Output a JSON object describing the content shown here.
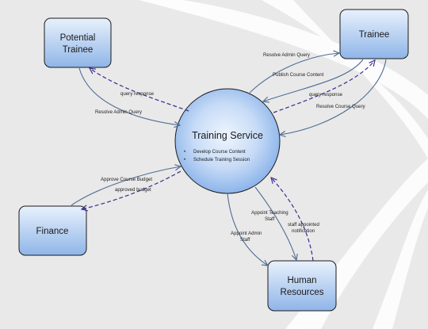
{
  "colors": {
    "background": "#e9e9e9",
    "swoosh": "#ffffff",
    "box_fill_top": "#e8f1fc",
    "box_fill_bottom": "#8fb5e8",
    "box_stroke": "#1b1b1b",
    "circle_fill_inner": "#eef5fe",
    "circle_fill_outer": "#8cb4ea",
    "solid_arrow": "#4f6d94",
    "dashed_arrow": "#3a2d8c"
  },
  "center": {
    "title": "Training Service",
    "bullets": [
      "Develop Course Content",
      "Schedule Training Session"
    ]
  },
  "entities": {
    "potential_trainee": {
      "line1": "Potential",
      "line2": "Trainee"
    },
    "trainee": {
      "label": "Trainee"
    },
    "finance": {
      "label": "Finance"
    },
    "human_resources": {
      "line1": "Human",
      "line2": "Resources"
    }
  },
  "flows": {
    "resolve_admin_query_left": "Resolve Admin Query",
    "query_response_left": "query response",
    "resolve_admin_query_trainee": "Resolve Admin Query",
    "publish_course_content": "Publish Course Content",
    "query_response_trainee": "query response",
    "resolve_course_query": "Resolve Course Query",
    "approve_course_budget": "Approve Course Budget",
    "approved_budget": "approved budget",
    "appoint_teaching_staff_1": "Appoint Teaching",
    "appoint_teaching_staff_2": "Staff",
    "appoint_admin_staff_1": "Appoint Admin",
    "appoint_admin_staff_2": "Staff",
    "staff_appointed_notification_1": "staff appointed",
    "staff_appointed_notification_2": "notification"
  }
}
